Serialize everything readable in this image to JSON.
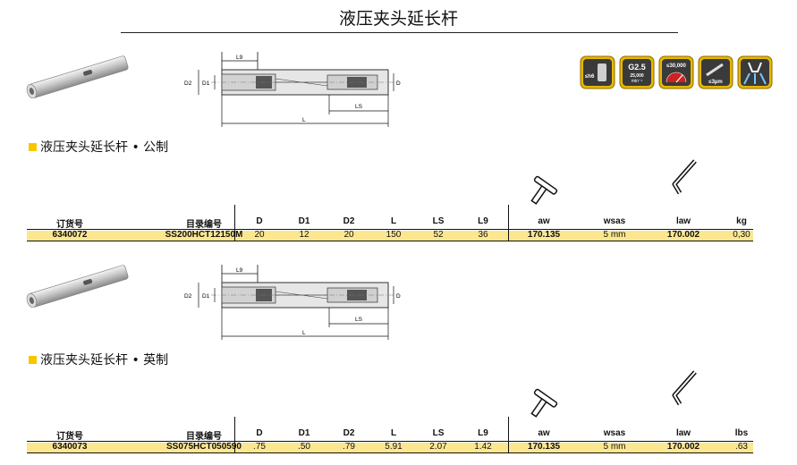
{
  "page": {
    "title": "液压夹头延长杆"
  },
  "colors": {
    "accent_yellow": "#f7c600",
    "row_band": "#fce78f",
    "badge_gold": "#e8b800"
  },
  "diagram": {
    "labels": {
      "L9": "L9",
      "D2": "D2",
      "D1": "D1",
      "D": "D",
      "LS": "LS",
      "L": "L"
    }
  },
  "badges": [
    {
      "icon": "cylindrical-shank-icon",
      "text": "≤h6"
    },
    {
      "icon": "balance-grade-icon",
      "text": "G2.5",
      "sub1": "25,000",
      "sub2": "min⁻¹"
    },
    {
      "icon": "speed-gauge-icon",
      "text": "≤30,000"
    },
    {
      "icon": "runout-icon",
      "text": "≤3µm"
    },
    {
      "icon": "coolant-through-icon",
      "text": ""
    }
  ],
  "sections": [
    {
      "heading": "液压夹头延长杆 • 公制",
      "headers": {
        "order": "订货号",
        "catalog": "目录编号",
        "D": "D",
        "D1": "D1",
        "D2": "D2",
        "L": "L",
        "LS": "LS",
        "L9": "L9",
        "aw": "aw",
        "wsas": "wsas",
        "law": "law",
        "weight": "kg"
      },
      "row": {
        "order": "6340072",
        "catalog": "SS200HCT12150M",
        "D": "20",
        "D1": "12",
        "D2": "20",
        "L": "150",
        "LS": "52",
        "L9": "36",
        "aw": "170.135",
        "wsas": "5 mm",
        "law": "170.002",
        "weight": "0,30"
      }
    },
    {
      "heading": "液压夹头延长杆 • 英制",
      "headers": {
        "order": "订货号",
        "catalog": "目录编号",
        "D": "D",
        "D1": "D1",
        "D2": "D2",
        "L": "L",
        "LS": "LS",
        "L9": "L9",
        "aw": "aw",
        "wsas": "wsas",
        "law": "law",
        "weight": "lbs"
      },
      "row": {
        "order": "6340073",
        "catalog": "SS075HCT050590",
        "D": ".75",
        "D1": ".50",
        "D2": ".79",
        "L": "5.91",
        "LS": "2.07",
        "L9": "1.42",
        "aw": "170.135",
        "wsas": "5 mm",
        "law": "170.002",
        "weight": ".63"
      }
    }
  ]
}
